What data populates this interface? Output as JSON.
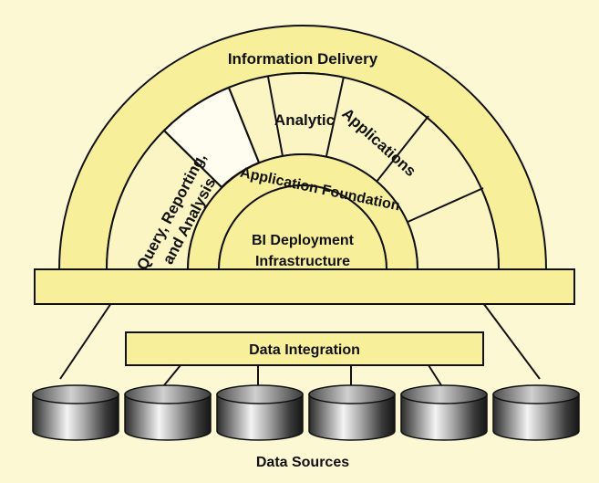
{
  "colors": {
    "background": "#fdf8d4",
    "block_fill": "#f7ef9a",
    "inner_fill": "#fbf5c4",
    "highlight_cell": "#fffdf0",
    "stroke": "#111111"
  },
  "labels": {
    "information_delivery": "Information Delivery",
    "query_line1": "Query, Reporting,",
    "query_line2": "and Analysis",
    "analytic": "Analytic",
    "applications": "Applications",
    "application_foundation": "Application Foundation",
    "bi_line1": "BI Deployment",
    "bi_line2": "Infrastructure",
    "data_integration": "Data Integration",
    "data_sources": "Data Sources"
  },
  "icons": {
    "data_source": "database-cylinder-icon"
  },
  "data_source_count": 6
}
